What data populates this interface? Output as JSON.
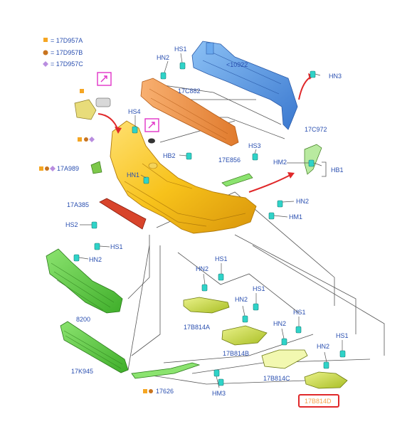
{
  "legend": [
    {
      "code": "= 17D957A",
      "shape": "square",
      "color": "#f5a623"
    },
    {
      "code": "= 17D957B",
      "shape": "circle",
      "color": "#c8741f"
    },
    {
      "code": "= 17D957C",
      "shape": "diamond",
      "color": "#b98de0"
    }
  ],
  "labels": {
    "hs1_top": "HS1",
    "hn2_top": "HN2",
    "reinforcement": "<10922",
    "hn3_top": "HN3",
    "absorber": "17C882",
    "hs4": "HS4",
    "hb2": "HB2",
    "hn1": "HN1",
    "bracket_right": "17C972",
    "hs3": "HS3",
    "hm2": "HM2",
    "hb1": "HB1",
    "side_trim": "17E856",
    "grille_clip": "17A989",
    "hn2_mid": "HN2",
    "hm1": "HM1",
    "lower_strip": "17A385",
    "hs2": "HS2",
    "hs1_grille": "HS1",
    "hn2_grille": "HN2",
    "grille_upper": "8200",
    "grille_lower": "17K945",
    "valance": "17626",
    "hm3": "HM3",
    "hn2_a": "HN2",
    "hs1_a": "HS1",
    "insert_a": "17B814A",
    "hn2_b": "HN2",
    "hs1_b": "HS1",
    "insert_b": "17B814B",
    "hn2_c": "HN2",
    "hs1_c": "HS1",
    "insert_c": "17B814C",
    "hn2_d": "HN2",
    "hs1_d": "HS1",
    "insert_d": "17B814D"
  },
  "colors": {
    "label": "#2a4fb0",
    "bumper": "#f7c21b",
    "reinforcement": "#4a8fe0",
    "absorber": "#f08a3a",
    "grille": "#55c83c",
    "insert": "#c9dc3a",
    "strip": "#d8442b",
    "arrow": "#e0282a",
    "clip": "#2fd3c8",
    "highlight": "#e0282a",
    "magenta": "#e033c8"
  },
  "icons": [
    "clip-icon",
    "screw-icon",
    "arrow-icon",
    "magenta-marker-icon"
  ]
}
